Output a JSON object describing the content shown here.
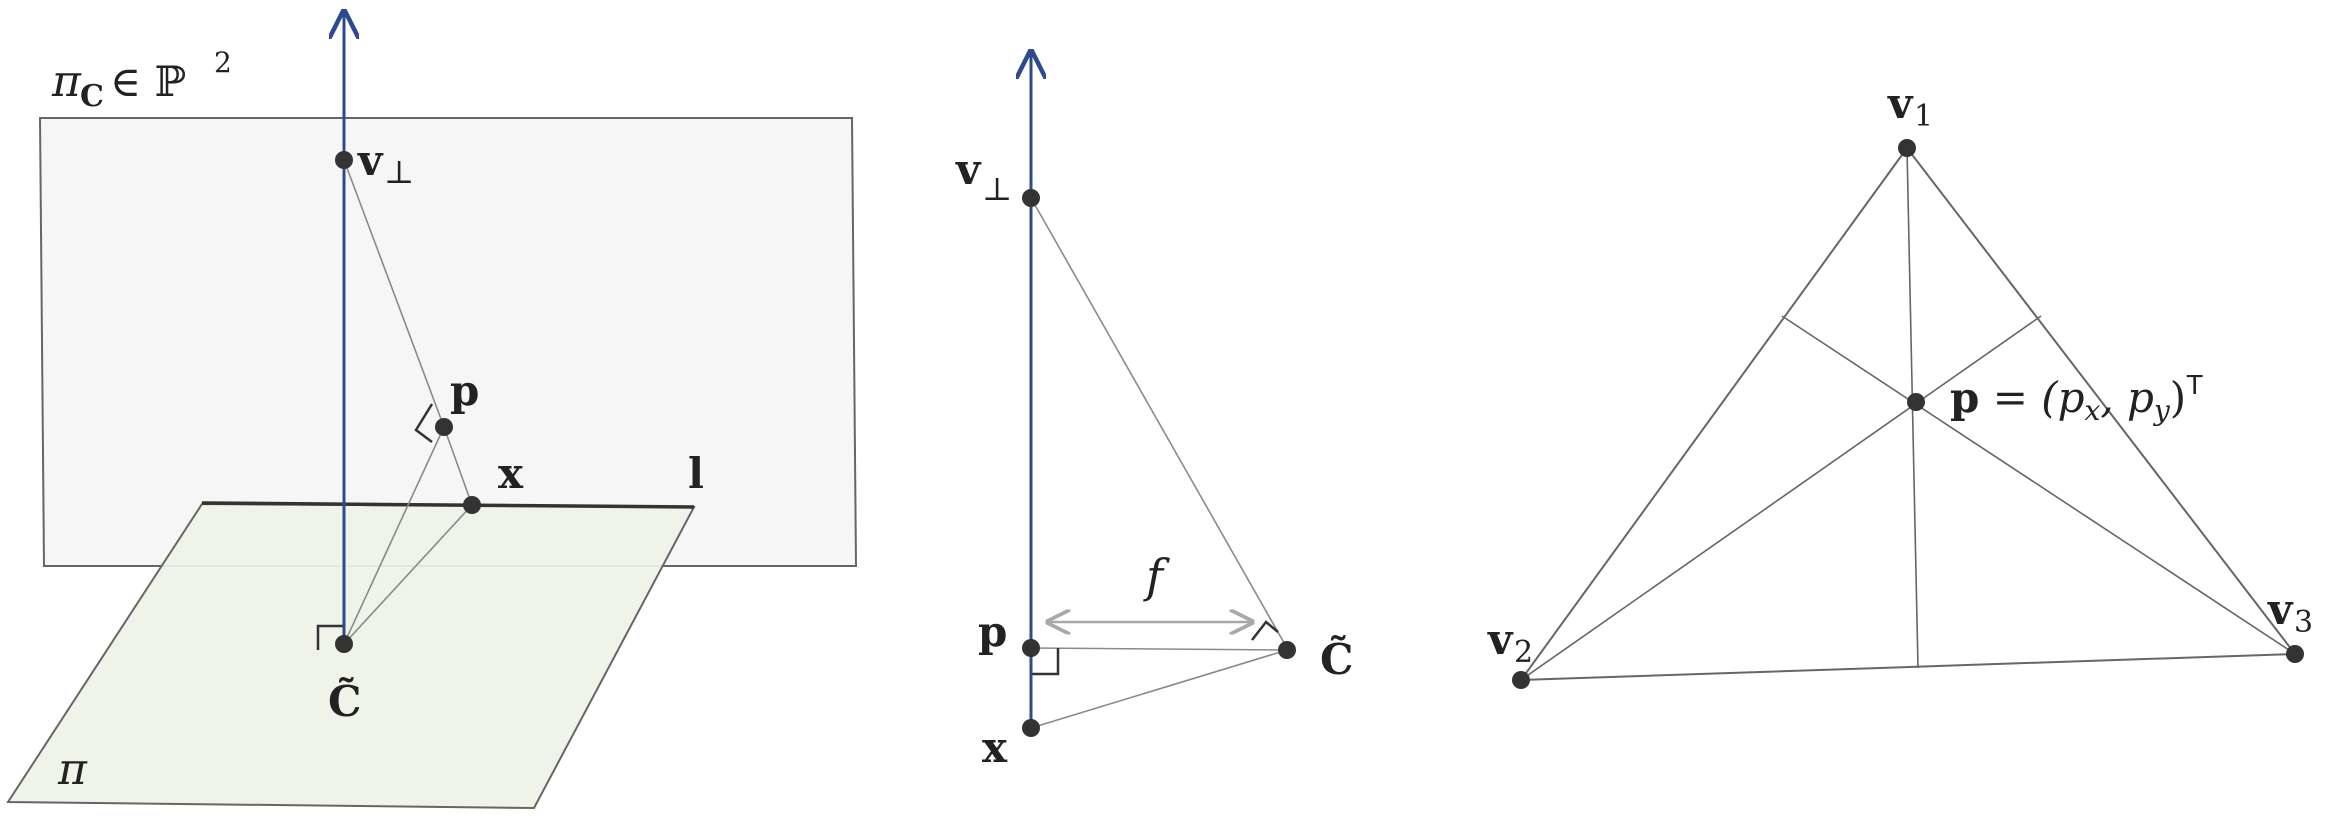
{
  "colors": {
    "axis": "#2e4a8e",
    "thin": "#8a8a8a",
    "dark": "#333333",
    "plane_image_fill": "#f6f6f6",
    "plane_ground_fill": "#eef2e6",
    "arrow_gray": "#a8a8a8"
  },
  "panel1": {
    "plane_label_pi": "π",
    "plane_label_sub": "C",
    "plane_label_in": "∈ ℙ",
    "plane_label_sup": "2",
    "v_perp": "v",
    "v_perp_sub": "⊥",
    "p": "p",
    "x": "x",
    "l": "l",
    "c": "C̃",
    "ground": "π"
  },
  "panel2": {
    "v_perp": "v",
    "v_perp_sub": "⊥",
    "f": "f",
    "p": "p",
    "c": "C̃",
    "x": "x"
  },
  "panel3": {
    "v1": "v",
    "v1_sub": "1",
    "v2": "v",
    "v2_sub": "2",
    "v3": "v",
    "v3_sub": "3",
    "p_label": "p",
    "p_eq": " = (p",
    "p_x_sub": "x",
    "p_comma": ", p",
    "p_y_sub": "y",
    "p_close": ")",
    "p_sup": "T"
  }
}
